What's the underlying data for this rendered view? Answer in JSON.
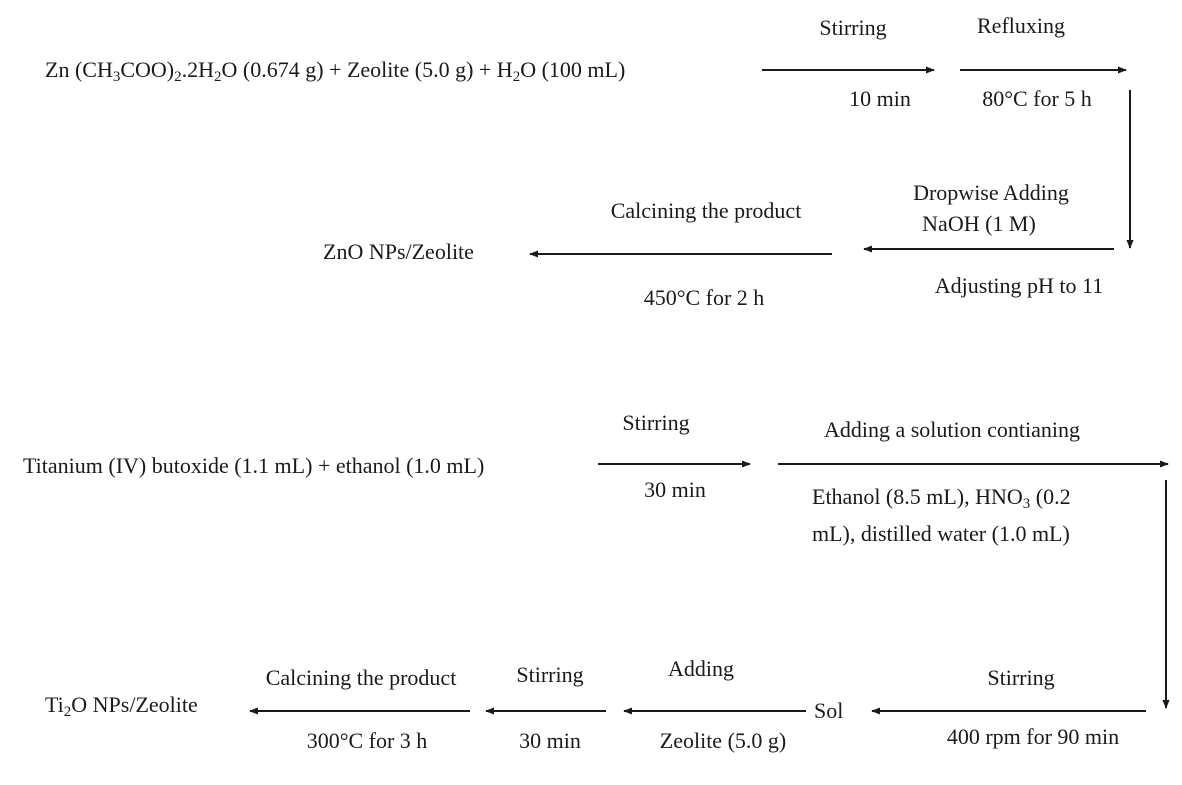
{
  "zno": {
    "start": {
      "p1": "Zn (CH",
      "s1": "3",
      "p2": "COO)",
      "s2": "2",
      "p3": ".2H",
      "s3": "2",
      "p4": "O (0.674 g) + Zeolite (5.0 g) + H",
      "s4": "2",
      "p5": "O (100 mL)"
    },
    "step1": {
      "above": "Stirring",
      "below": "10 min"
    },
    "step2": {
      "above": "Refluxing",
      "below": "80°C for 5 h"
    },
    "step3": {
      "above1": "Dropwise Adding",
      "above2": "NaOH (1 M)",
      "below": "Adjusting pH to 11"
    },
    "step4": {
      "above": "Calcining the product",
      "below": "450°C for 2 h"
    },
    "product": "ZnO NPs/Zeolite"
  },
  "ti": {
    "start": "Titanium (IV) butoxide (1.1 mL) + ethanol (1.0 mL)",
    "step1": {
      "above": "Stirring",
      "below": "30 min"
    },
    "step2": {
      "above": "Adding a solution contianing",
      "below1_a": "Ethanol (8.5 mL), HNO",
      "below1_sub": "3",
      "below1_b": " (0.2",
      "below2": "mL), distilled water (1.0 mL)"
    },
    "step3": {
      "above": "Stirring",
      "below": "400 rpm for 90 min"
    },
    "sol": "Sol",
    "step4": {
      "above": "Adding",
      "below": "Zeolite (5.0 g)"
    },
    "step5": {
      "above": "Stirring",
      "below": "30 min"
    },
    "step6": {
      "above": "Calcining the product",
      "below": "300°C for 3 h"
    },
    "product_a": "Ti",
    "product_sub": "2",
    "product_b": "O NPs/Zeolite"
  }
}
